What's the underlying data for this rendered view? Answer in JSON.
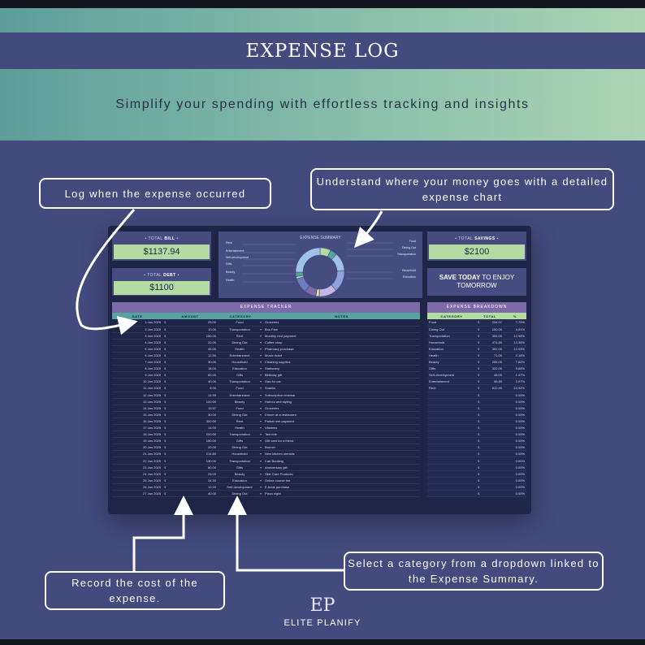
{
  "page": {
    "title": "EXPENSE LOG",
    "subtitle": "Simplify your spending with effortless tracking and insights"
  },
  "callouts": {
    "date": "Log when the expense occurred",
    "chart": "Understand where your money goes with a detailed expense chart",
    "cost": "Record the cost of the expense.",
    "category": "Select a category from a dropdown linked to the Expense Summary."
  },
  "cards": {
    "bill_label": "TOTAL",
    "bill_label_bold": "BILL",
    "bill_value": "$1137.94",
    "debt_label": "TOTAL",
    "debt_label_bold": "DEBT",
    "debt_value": "$1100",
    "savings_label": "TOTAL",
    "savings_label_bold": "SAVINGS",
    "savings_value": "$2100",
    "msg_bold": "SAVE TODAY",
    "msg_rest": "TO ENJOY",
    "msg_line2": "TOMORROW"
  },
  "summary": {
    "title": "EXPENSE SUMMARY",
    "left_legend": [
      "Rent",
      "Entertainment",
      "Self-development",
      "Gifts",
      "Beauty",
      "Health"
    ],
    "right_legend": [
      "Food",
      "Dining Out",
      "Transportation",
      "Household",
      "Education"
    ],
    "donut_colors": [
      "#b4dca2",
      "#56a3a0",
      "#9fc3e8",
      "#8ea3dd",
      "#c8b6e2",
      "#e7d8a8",
      "#7d6ba9",
      "#6f7cc2"
    ]
  },
  "tracker": {
    "title": "EXPENSE TRACKER",
    "headers": [
      "DATE",
      "AMOUNT",
      "CATEGORY",
      "NOTES"
    ],
    "rows": [
      [
        "1 Jan 2025",
        "25.00",
        "Food",
        "Groceries"
      ],
      [
        "2 Jan 2025",
        "10.00",
        "Transportation",
        "Bus Fare"
      ],
      [
        "3 Jan 2025",
        "150.00",
        "Rent",
        "Monthly rent payment"
      ],
      [
        "4 Jan 2025",
        "20.00",
        "Dining Out",
        "Coffee shop"
      ],
      [
        "5 Jan 2025",
        "45.00",
        "Health",
        "Pharmacy purchase"
      ],
      [
        "6 Jan 2025",
        "12.50",
        "Entertainment",
        "Movie ticket"
      ],
      [
        "7 Jan 2025",
        "30.00",
        "Household",
        "Cleaning supplies"
      ],
      [
        "8 Jan 2025",
        "18.00",
        "Education",
        "Stationery"
      ],
      [
        "9 Jan 2025",
        "60.00",
        "Gifts",
        "Birthday gift"
      ],
      [
        "10 Jan 2025",
        "40.00",
        "Transportation",
        "Gas for car"
      ],
      [
        "11 Jan 2025",
        "8.00",
        "Food",
        "Snacks"
      ],
      [
        "12 Jan 2025",
        "14.99",
        "Entertainment",
        "Subscription renewal"
      ],
      [
        "13 Jan 2025",
        "100.00",
        "Beauty",
        "Haircut and styling"
      ],
      [
        "14 Jan 2025",
        "19.57",
        "Food",
        "Groceries"
      ],
      [
        "15 Jan 2025",
        "30.00",
        "Dining Out",
        "Dinner at a restaurant"
      ],
      [
        "16 Jan 2025",
        "300.00",
        "Rent",
        "Partial rent payment"
      ],
      [
        "17 Jan 2025",
        "14.00",
        "Health",
        "Vitamins"
      ],
      [
        "18 Jan 2025",
        "200.00",
        "Transportation",
        "Taxi ride"
      ],
      [
        "19 Jan 2025",
        "150.00",
        "Gifts",
        "Gift card for a friend"
      ],
      [
        "20 Jan 2025",
        "20.00",
        "Dining Out",
        "Brunch"
      ],
      [
        "21 Jan 2025",
        "214.80",
        "Household",
        "New kitchen utensils"
      ],
      [
        "22 Jan 2025",
        "130.00",
        "Transportation",
        "Cab Booking"
      ],
      [
        "23 Jan 2025",
        "80.00",
        "Gifts",
        "Anniversary gift"
      ],
      [
        "24 Jan 2025",
        "25.00",
        "Beauty",
        "Skin Care Products"
      ],
      [
        "25 Jan 2025",
        "34.30",
        "Education",
        "Online course fee"
      ],
      [
        "26 Jan 2025",
        "12.00",
        "Self-development",
        "E-book purchase"
      ],
      [
        "27 Jan 2025",
        "40.00",
        "Dining Out",
        "Pizza night"
      ]
    ]
  },
  "breakdown": {
    "title": "EXPENSE BREAKDOWN",
    "headers": [
      "CATEGORY",
      "TOTAL",
      "%"
    ],
    "rows": [
      [
        "Food",
        "234.07",
        "7.79%"
      ],
      [
        "Dining Out",
        "150.00",
        "4.91%"
      ],
      [
        "Transportation",
        "394.00",
        "12.98%"
      ],
      [
        "Household",
        "474.80",
        "14.36%"
      ],
      [
        "Education",
        "392.00",
        "12.03%"
      ],
      [
        "Health",
        "71.00",
        "2.18%"
      ],
      [
        "Beauty",
        "255.00",
        "7.82%"
      ],
      [
        "Gifts",
        "322.00",
        "9.88%"
      ],
      [
        "Self-development",
        "48.00",
        "1.47%"
      ],
      [
        "Entertainment",
        "96.89",
        "2.97%"
      ],
      [
        "Rent",
        "812.40",
        "24.92%"
      ],
      [
        "",
        "",
        "0.00%"
      ],
      [
        "",
        "",
        "0.00%"
      ],
      [
        "",
        "",
        "0.00%"
      ],
      [
        "",
        "",
        "0.00%"
      ],
      [
        "",
        "",
        "0.00%"
      ],
      [
        "",
        "",
        "0.00%"
      ],
      [
        "",
        "",
        "0.00%"
      ],
      [
        "",
        "",
        "0.00%"
      ],
      [
        "",
        "",
        "0.00%"
      ],
      [
        "",
        "",
        "0.00%"
      ],
      [
        "",
        "",
        "0.00%"
      ],
      [
        "",
        "",
        "0.00%"
      ],
      [
        "",
        "",
        "0.00%"
      ],
      [
        "",
        "",
        "0.00%"
      ],
      [
        "",
        "",
        "0.00%"
      ],
      [
        "",
        "",
        "0.00%"
      ]
    ]
  },
  "brand": {
    "name": "ELITE PLANIFY",
    "mark": "EP"
  },
  "currency_symbol": "$"
}
